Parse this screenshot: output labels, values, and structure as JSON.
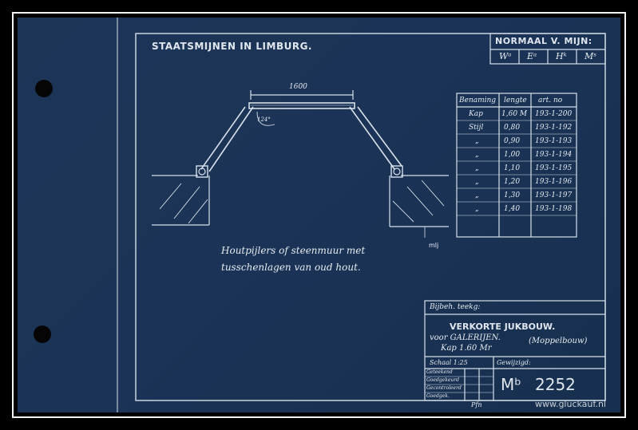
{
  "header": {
    "title": "STAATSMIJNEN IN LIMBURG.",
    "corner_title": "NORMAAL V. MIJN:",
    "corner_cells": [
      "Wᵃ",
      "Eᵃ",
      "Hᵏ",
      "Mˢ"
    ]
  },
  "drawing": {
    "dimension": "1600",
    "angle": "124°",
    "note_line1": "Houtpijlers of steenmuur met",
    "note_line2": "tusschenlagen van oud hout.",
    "initials": "mlj"
  },
  "parts_table": {
    "headers": [
      "Benaming",
      "lengte",
      "art. no"
    ],
    "rows": [
      [
        "Kap",
        "1,60 M",
        "193-1-200"
      ],
      [
        "Stijl",
        "0,80",
        "193-1-192"
      ],
      [
        "„",
        "0,90",
        "193-1-193"
      ],
      [
        "„",
        "1,00",
        "193-1-194"
      ],
      [
        "„",
        "1,10",
        "193-1-195"
      ],
      [
        "„",
        "1,20",
        "193-1-196"
      ],
      [
        "„",
        "1,30",
        "193-1-197"
      ],
      [
        "„",
        "1,40",
        "193-1-198"
      ]
    ]
  },
  "title_block": {
    "ref_label": "Bijbeh. teekg:",
    "main_title": "VERKORTE  JUKBOUW.",
    "subtitle": "voor GALERIJEN.",
    "kap": "Kap 1.60 Mr",
    "variant": "(Moppelbouw)",
    "scale": "Schaal 1:25",
    "changes": "Gewijzigd:",
    "sign_rows": [
      "Geteekend",
      "Goedgekeurd",
      "Gecontroleerd",
      "Goedgek."
    ],
    "number_prefix": "Mᵇ",
    "number": "2252",
    "sign_mark": "Pfn"
  },
  "watermark": "www.gluckauf.nl"
}
